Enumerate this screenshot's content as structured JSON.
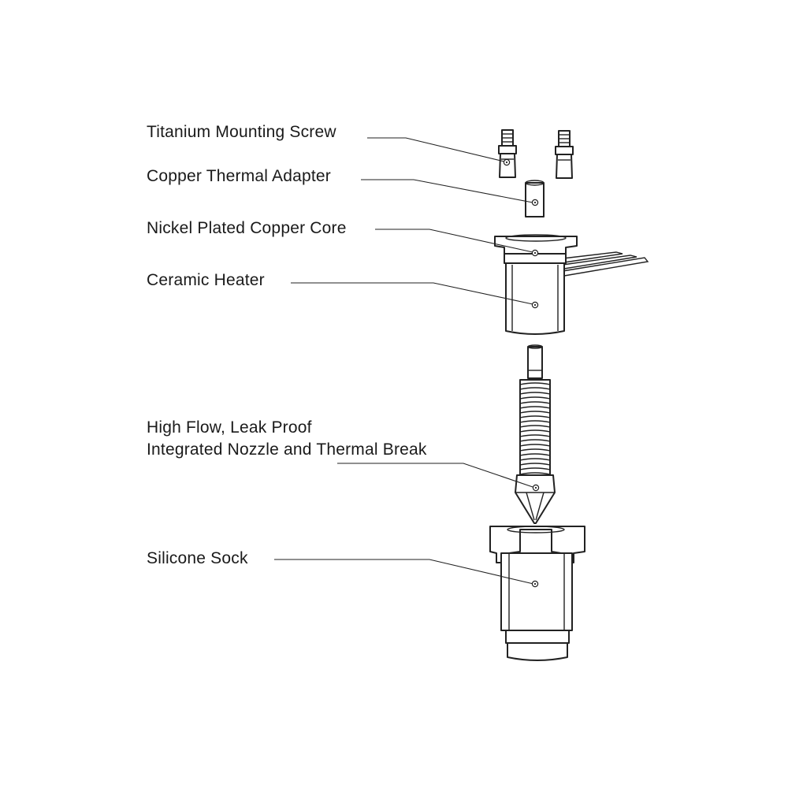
{
  "labels": {
    "screw": "Titanium Mounting Screw",
    "adapter": "Copper Thermal Adapter",
    "core": "Nickel Plated Copper Core",
    "heater": "Ceramic Heater",
    "nozzle_line1": "High Flow, Leak Proof",
    "nozzle_line2": "Integrated Nozzle and Thermal Break",
    "sock": "Silicone Sock"
  },
  "colors": {
    "line": "#222222",
    "text": "#1a1a1a",
    "background": "#ffffff"
  }
}
